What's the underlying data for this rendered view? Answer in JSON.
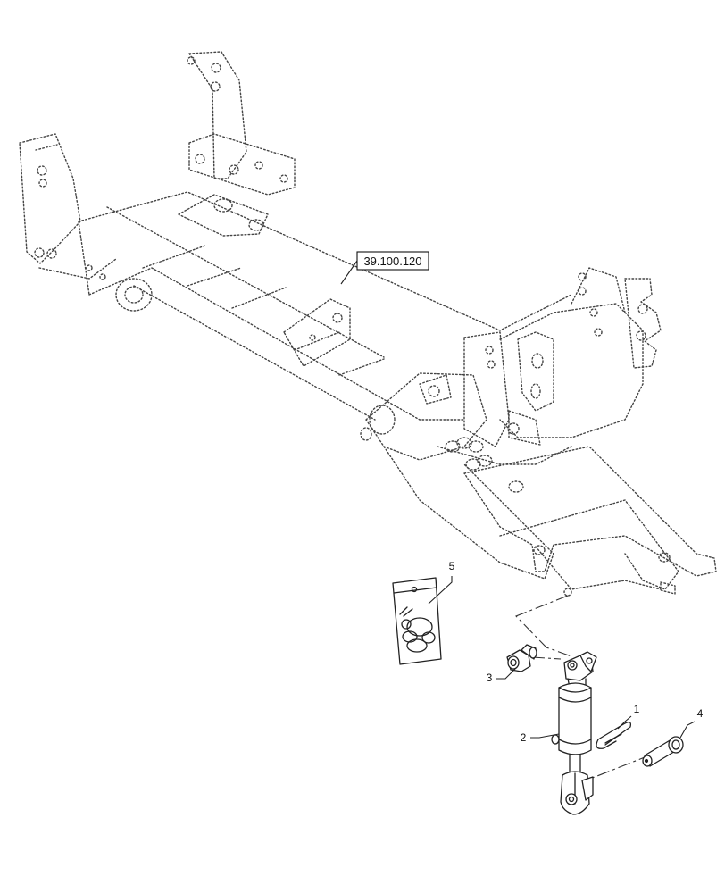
{
  "reference_label": "39.100.120",
  "callouts": [
    "1",
    "2",
    "3",
    "4",
    "5"
  ]
}
